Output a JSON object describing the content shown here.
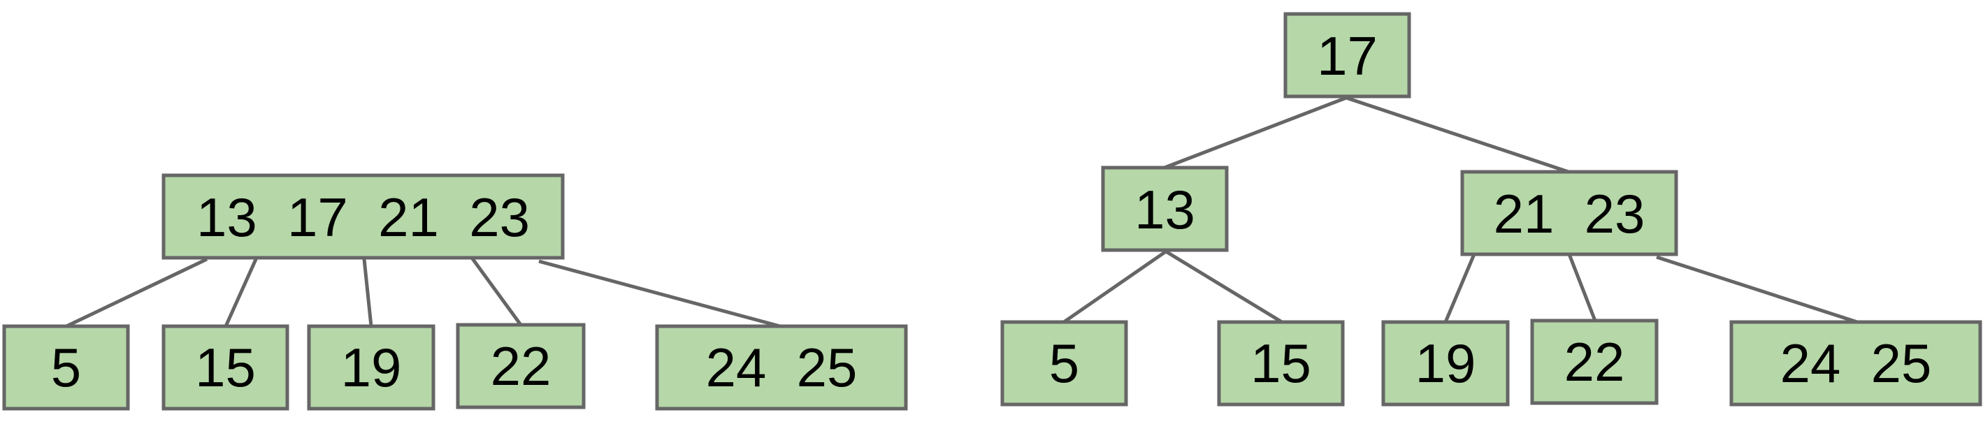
{
  "colors": {
    "node_fill": "#b6d7a8",
    "node_border": "#666666",
    "edge": "#666666",
    "text": "#000000",
    "background": "#ffffff"
  },
  "trees": [
    {
      "id": "btree-single-root",
      "nodes": [
        {
          "id": "root",
          "label": "13  17  21  23"
        },
        {
          "id": "leaf-5",
          "label": "5"
        },
        {
          "id": "leaf-15",
          "label": "15"
        },
        {
          "id": "leaf-19",
          "label": "19"
        },
        {
          "id": "leaf-22",
          "label": "22"
        },
        {
          "id": "leaf-24-25",
          "label": "24  25"
        }
      ],
      "edges": [
        [
          "root",
          "leaf-5"
        ],
        [
          "root",
          "leaf-15"
        ],
        [
          "root",
          "leaf-19"
        ],
        [
          "root",
          "leaf-22"
        ],
        [
          "root",
          "leaf-24-25"
        ]
      ]
    },
    {
      "id": "btree-split",
      "nodes": [
        {
          "id": "root",
          "label": "17"
        },
        {
          "id": "inner-13",
          "label": "13"
        },
        {
          "id": "inner-21-23",
          "label": "21  23"
        },
        {
          "id": "leaf-5",
          "label": "5"
        },
        {
          "id": "leaf-15",
          "label": "15"
        },
        {
          "id": "leaf-19",
          "label": "19"
        },
        {
          "id": "leaf-22",
          "label": "22"
        },
        {
          "id": "leaf-24-25",
          "label": "24  25"
        }
      ],
      "edges": [
        [
          "root",
          "inner-13"
        ],
        [
          "root",
          "inner-21-23"
        ],
        [
          "inner-13",
          "leaf-5"
        ],
        [
          "inner-13",
          "leaf-15"
        ],
        [
          "inner-21-23",
          "leaf-19"
        ],
        [
          "inner-21-23",
          "leaf-22"
        ],
        [
          "inner-21-23",
          "leaf-24-25"
        ]
      ]
    }
  ]
}
